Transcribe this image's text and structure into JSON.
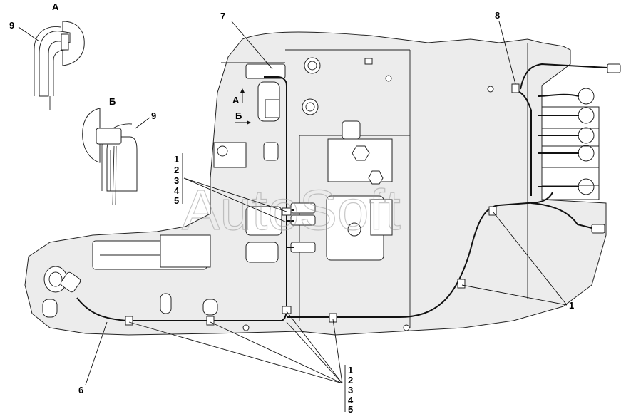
{
  "watermark": "AutoSoft",
  "views": {
    "view_a_label": "А",
    "view_b_label": "Б"
  },
  "arrows": {
    "a_label": "А",
    "b_label": "Б"
  },
  "callouts": {
    "c1": "1",
    "c6": "6",
    "c7": "7",
    "c8": "8",
    "c9_a": "9",
    "c9_b": "9"
  },
  "stacks": {
    "upper": [
      "1",
      "2",
      "3",
      "4",
      "5"
    ],
    "lower": [
      "1",
      "2",
      "3",
      "4",
      "5"
    ]
  },
  "colors": {
    "line": "#111111",
    "fill": "#ececec",
    "watermark": "#9a9a9a"
  }
}
